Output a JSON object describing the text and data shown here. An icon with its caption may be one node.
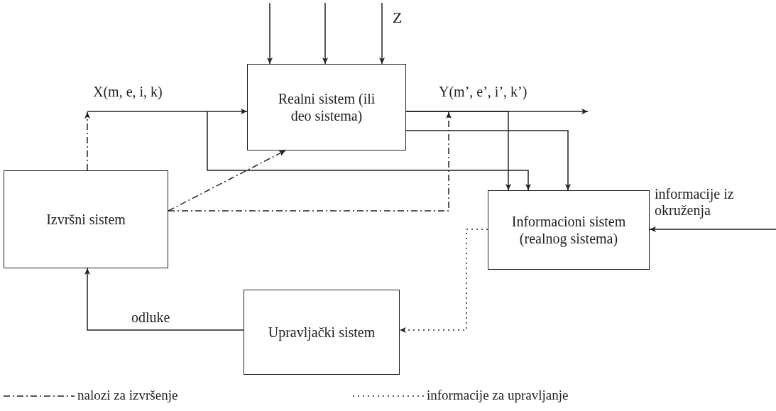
{
  "diagram": {
    "nodes": [
      {
        "text": [
          "Realni sistem (ili deo sistema)"
        ]
      },
      {
        "text": [
          "Izvršni sistem"
        ]
      },
      {
        "text": [
          "Informacioni sistem (realnog sistema)"
        ]
      },
      {
        "text": [
          "Upravljački sistem"
        ]
      }
    ],
    "edges": [
      {
        "from": null,
        "to": 0,
        "arrow": "to"
      },
      {
        "from": null,
        "to": 0,
        "arrow": "to"
      },
      {
        "from": null,
        "to": 0,
        "arrow": "to"
      },
      {
        "from": 1,
        "to": null,
        "arrow": "to",
        "style": "dashed"
      },
      {
        "from": null,
        "to": 0,
        "arrow": "to",
        "label": "X(m, e, i, k)"
      },
      {
        "from": null,
        "to": 2,
        "arrow": "to"
      },
      {
        "from": 1,
        "to": 0,
        "arrow": "to",
        "style": "dashed"
      },
      {
        "from": 1,
        "to": null,
        "arrow": "to",
        "style": "dashed"
      },
      {
        "from": 0,
        "to": null,
        "arrow": "to",
        "label": "Y(m’, e’, i’, k’)"
      },
      {
        "from": 0,
        "to": 2,
        "arrow": "to"
      },
      {
        "from": 0,
        "to": 2,
        "arrow": "to"
      },
      {
        "from": null,
        "to": 2,
        "arrow": "to",
        "label": "informacije iz okruženja"
      },
      {
        "from": 2,
        "to": 3,
        "arrow": "to",
        "style": "dashed"
      },
      {
        "from": 3,
        "to": 1,
        "arrow": "to",
        "label": "odluke"
      }
    ],
    "labels": [
      "Z"
    ],
    "legend": [
      {
        "text": "nalozi za izvršenje"
      },
      {
        "text": "informacije za upravljanje"
      }
    ]
  }
}
